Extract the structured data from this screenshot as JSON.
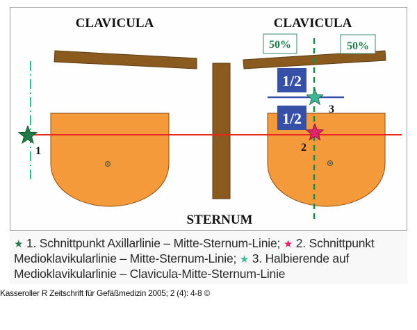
{
  "diagram": {
    "labels": {
      "clavicula_left": "CLAVICULA",
      "clavicula_right": "CLAVICULA",
      "sternum": "STERNUM",
      "pct_left": "50%",
      "pct_right": "50%",
      "half_top": "1/2",
      "half_bottom": "1/2",
      "point_1": "1",
      "point_2": "2",
      "point_3": "3"
    },
    "colors": {
      "clavicle": "#8b5a1e",
      "breast": "#f49a3a",
      "red_line": "#e8281e",
      "green_dash": "#1d8a4c",
      "teal_dashdot": "#3bb893",
      "blue": "#3650a8",
      "star_1": "#1f7a48",
      "star_2": "#e0246a",
      "star_3": "#3bb893"
    }
  },
  "caption": {
    "star_glyph": "★",
    "item_1": " 1. Schnittpunkt Axillarlinie – Mitte-Sternum-Linie; ",
    "item_2": " 2. Schnittpunkt Medio­klavikularlinie – Mitte-Sternum-Linie; ",
    "item_3": " 3. Halbierende auf Medioklavikularlinie – Clavicula-Mitte-Sternum-Linie"
  },
  "citation": "Kasseroller R Zeitschrift für Gefäßmedizin 2005; 2 (4): 4-8 ©"
}
